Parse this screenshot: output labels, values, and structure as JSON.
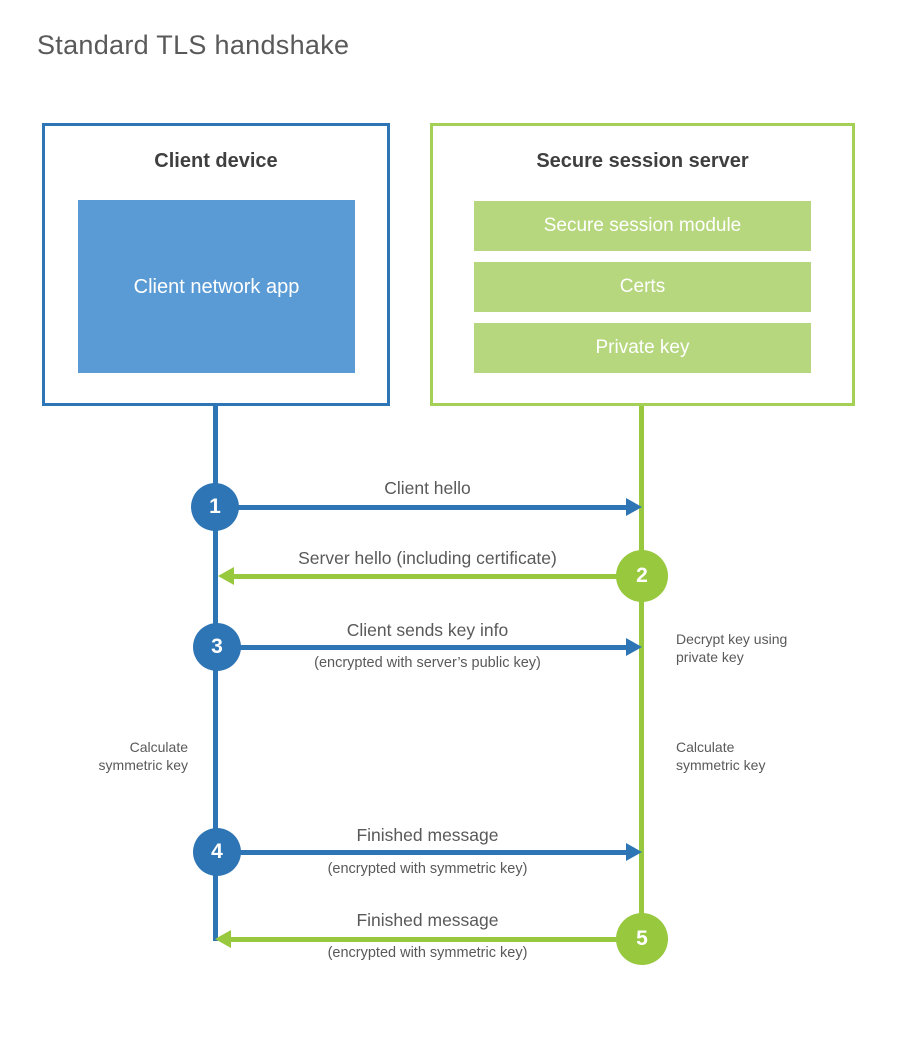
{
  "diagram": {
    "title": "Standard TLS handshake"
  },
  "client": {
    "title": "Client device",
    "app_label": "Client network app"
  },
  "server": {
    "title": "Secure session server",
    "modules": [
      "Secure session module",
      "Certs",
      "Private key"
    ]
  },
  "steps": [
    {
      "num": "1",
      "from": "client",
      "direction": "right",
      "label": "Client hello",
      "sub": ""
    },
    {
      "num": "2",
      "from": "server",
      "direction": "left",
      "label": "Server hello (including certificate)",
      "sub": ""
    },
    {
      "num": "3",
      "from": "client",
      "direction": "right",
      "label": "Client sends key info",
      "sub": "(encrypted with server’s public key)"
    },
    {
      "num": "4",
      "from": "client",
      "direction": "right",
      "label": "Finished message",
      "sub": "(encrypted with symmetric key)"
    },
    {
      "num": "5",
      "from": "server",
      "direction": "left",
      "label": "Finished message",
      "sub": "(encrypted with symmetric key)"
    }
  ],
  "notes": {
    "decrypt": "Decrypt key using private key",
    "client_calculate": "Calculate symmetric key",
    "server_calculate": "Calculate symmetric key"
  },
  "colors": {
    "blue-dark": "#2e75b5",
    "blue-light": "#5b9bd5",
    "green-line": "#97c83e",
    "green-border": "#a4d055",
    "green-light": "#b6d77e",
    "text-gray": "#595959",
    "title-dark": "#3f3f3f"
  }
}
